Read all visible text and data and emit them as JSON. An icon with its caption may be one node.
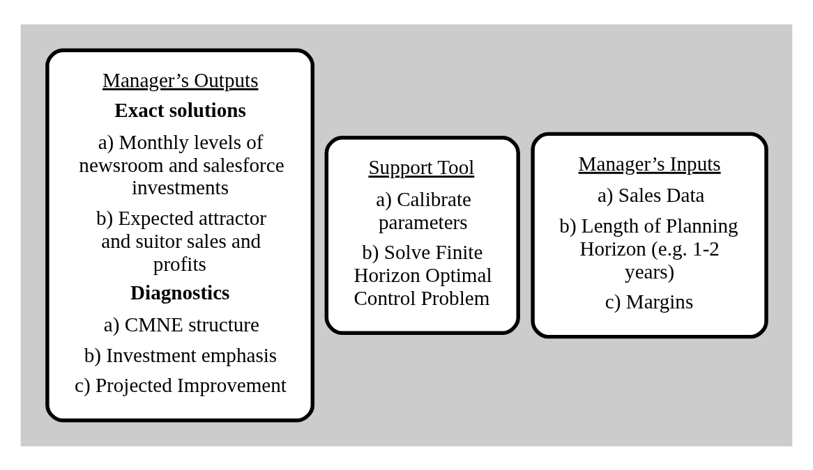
{
  "diagram": {
    "nodes": [
      {
        "text": [],
        "shape": "arrow"
      },
      {
        "text": [
          "Manager’s Inputs",
          "a) Sales Data",
          "b) Length of Planning Horizon (e.g. 1-2 years)",
          "c) Margins"
        ],
        "in": 0
      },
      {
        "text": [
          "Support Tool",
          "a) Calibrate parameters",
          "b) Solve Finite Horizon Optimal Control Problem"
        ],
        "in": 0
      },
      {
        "text": [
          "Manager’s Outputs",
          "Exact solutions",
          "a) Monthly levels of newsroom and salesforce investments",
          "b) Expected attractor and suitor sales and profits",
          "Diagnostics",
          "a) CMNE structure",
          "b) Investment emphasis",
          "c) Projected Improvement"
        ],
        "in": 0
      }
    ],
    "edges": []
  }
}
